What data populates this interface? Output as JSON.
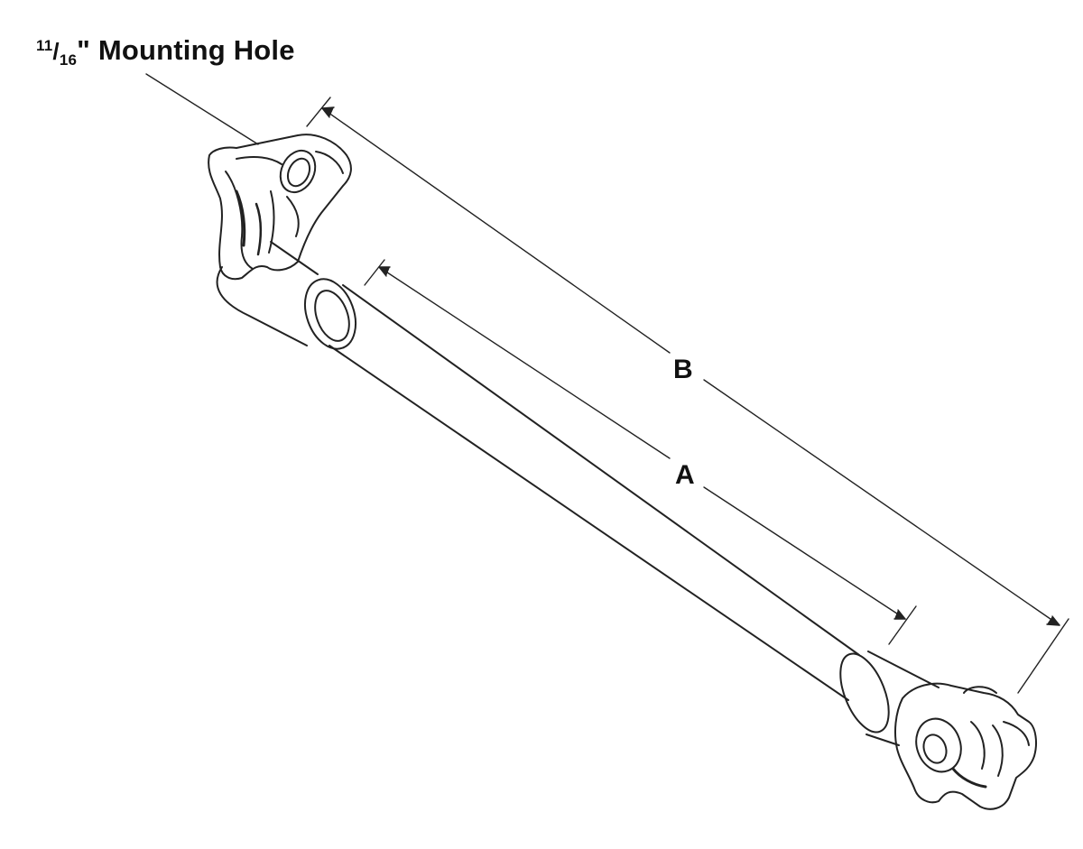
{
  "diagram": {
    "callout": {
      "numerator": "11",
      "slash": "/",
      "denominator": "16",
      "suffix": "\" Mounting Hole"
    },
    "dimensions": {
      "a_label": "A",
      "b_label": "B"
    },
    "colors": {
      "line": "#222222",
      "background": "#ffffff"
    }
  }
}
